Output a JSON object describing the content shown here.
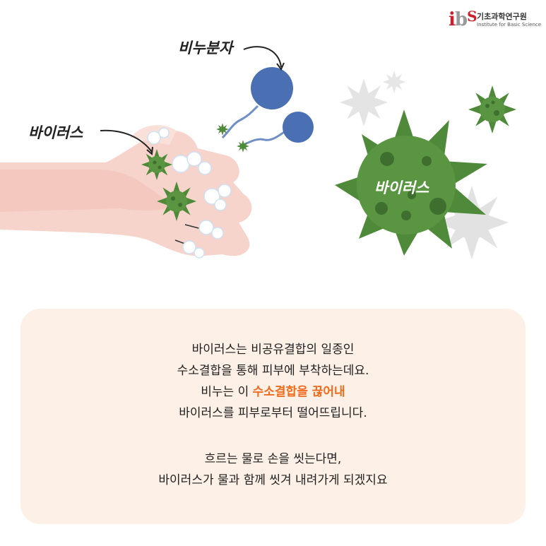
{
  "logo": {
    "mark_i": "i",
    "mark_b": "b",
    "mark_s": "S",
    "name_ko": "기초과학연구원",
    "name_en": "Institute for Basic Science"
  },
  "illustration": {
    "label_soap_molecule": "비누분자",
    "label_virus_on_hand": "바이러스",
    "label_big_virus": "바이러스"
  },
  "body_text": {
    "line1": "바이러스는 비공유결합의 일종인",
    "line2": "수소결합을 통해 피부에 부착하는데요.",
    "line3_pre": "비누는 이 ",
    "line3_highlight": "수소결합을 끊어내",
    "line4": "바이러스를 피부로부터 떨어뜨립니다.",
    "line5": "흐르는 물로 손을 씻는다면,",
    "line6": "바이러스가 물과 함께 씻겨 내려가게 되겠지요"
  },
  "colors": {
    "highlight": "#f06b1e",
    "panel": "#fdf0e6",
    "virus_green": "#4f8a3a",
    "soap_blue": "#4a6fb3",
    "skin": "#f6d3cb"
  }
}
